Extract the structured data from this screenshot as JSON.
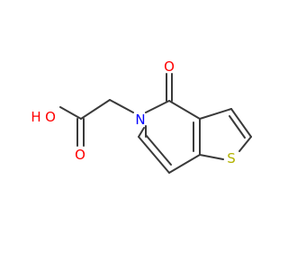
{
  "molecule": {
    "atoms": {
      "carbonyl_O": {
        "symbol": "O",
        "color": "#ff0000"
      },
      "ring_N": {
        "symbol": "N",
        "color": "#0000ff"
      },
      "thiophene_S": {
        "symbol": "S",
        "color": "#b2b200"
      },
      "acid_carbonyl_O": {
        "symbol": "O",
        "color": "#ff0000"
      },
      "hydroxyl_O": {
        "symbol": "O",
        "color": "#ff0000"
      },
      "hydroxyl_H": {
        "symbol": "H",
        "color": "#ff0000"
      }
    },
    "bond_color": "#3a3a3a"
  }
}
